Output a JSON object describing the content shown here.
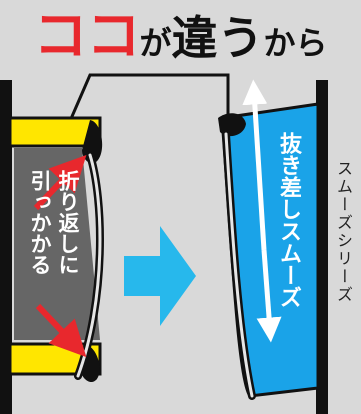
{
  "title": {
    "emphasis": "ココ",
    "middle_small": "が",
    "big_kanji": "違う",
    "tail_small": "から"
  },
  "left_label": "折り返しに\n引っかかる",
  "right_label": "抜き差しスムーズ",
  "series_label": "スムーズシリーズ",
  "colors": {
    "background": "#d9d9d9",
    "title_red": "#e8282d",
    "tape_yellow": "#ffe600",
    "pointer_red": "#e8282d",
    "blue_panel": "#1aa3e8",
    "arrow_cyan": "#27b8ec",
    "rail_black": "#111111",
    "shadow_gray": "#666666"
  }
}
